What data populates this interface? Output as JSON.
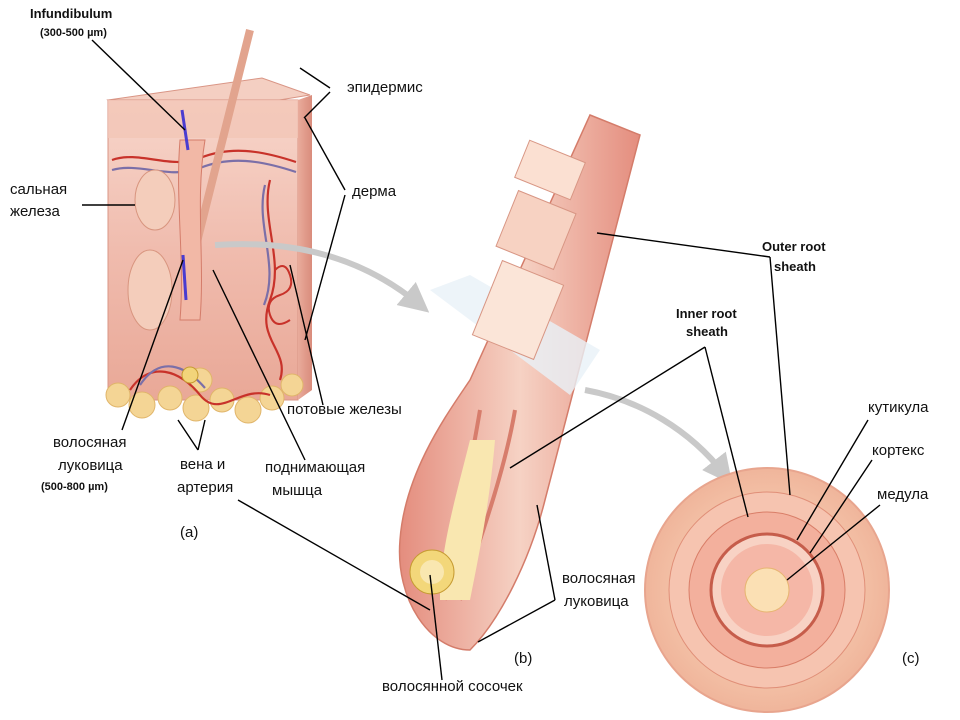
{
  "panel_a": {
    "infundibulum": "Infundibulum",
    "infundibulum_size": "(300-500 µm)",
    "epidermis": "эпидермис",
    "dermis": "дерма",
    "sebaceous_line1": "сальная",
    "sebaceous_line2": "железа",
    "sweat_glands": "потовые железы",
    "bulb_line1": "волосяная",
    "bulb_line2": "луковица",
    "bulb_size": "(500-800 µm)",
    "vessels_line1": "вена и",
    "vessels_line2": "артерия",
    "muscle_line1": "поднимающая",
    "muscle_line2": "мышца",
    "panel_label": "(a)"
  },
  "panel_b": {
    "inner_root_line1": "Inner root",
    "inner_root_line2": "sheath",
    "bulb_line1": "волосяная",
    "bulb_line2": "луковица",
    "papilla": "волосянной сосочек",
    "panel_label": "(b)"
  },
  "panel_c": {
    "outer_root_line1": "Outer root",
    "outer_root_line2": "sheath",
    "cuticle": "кутикула",
    "cortex": "кортекс",
    "medulla": "медула",
    "panel_label": "(c)"
  },
  "colors": {
    "skin": "#f2c2b4",
    "skin_dark": "#e49a88",
    "vessel_red": "#c8322a",
    "vessel_blue": "#7b6fa8",
    "fat": "#f3d28a",
    "arrow_gray": "#c9c9c9"
  }
}
